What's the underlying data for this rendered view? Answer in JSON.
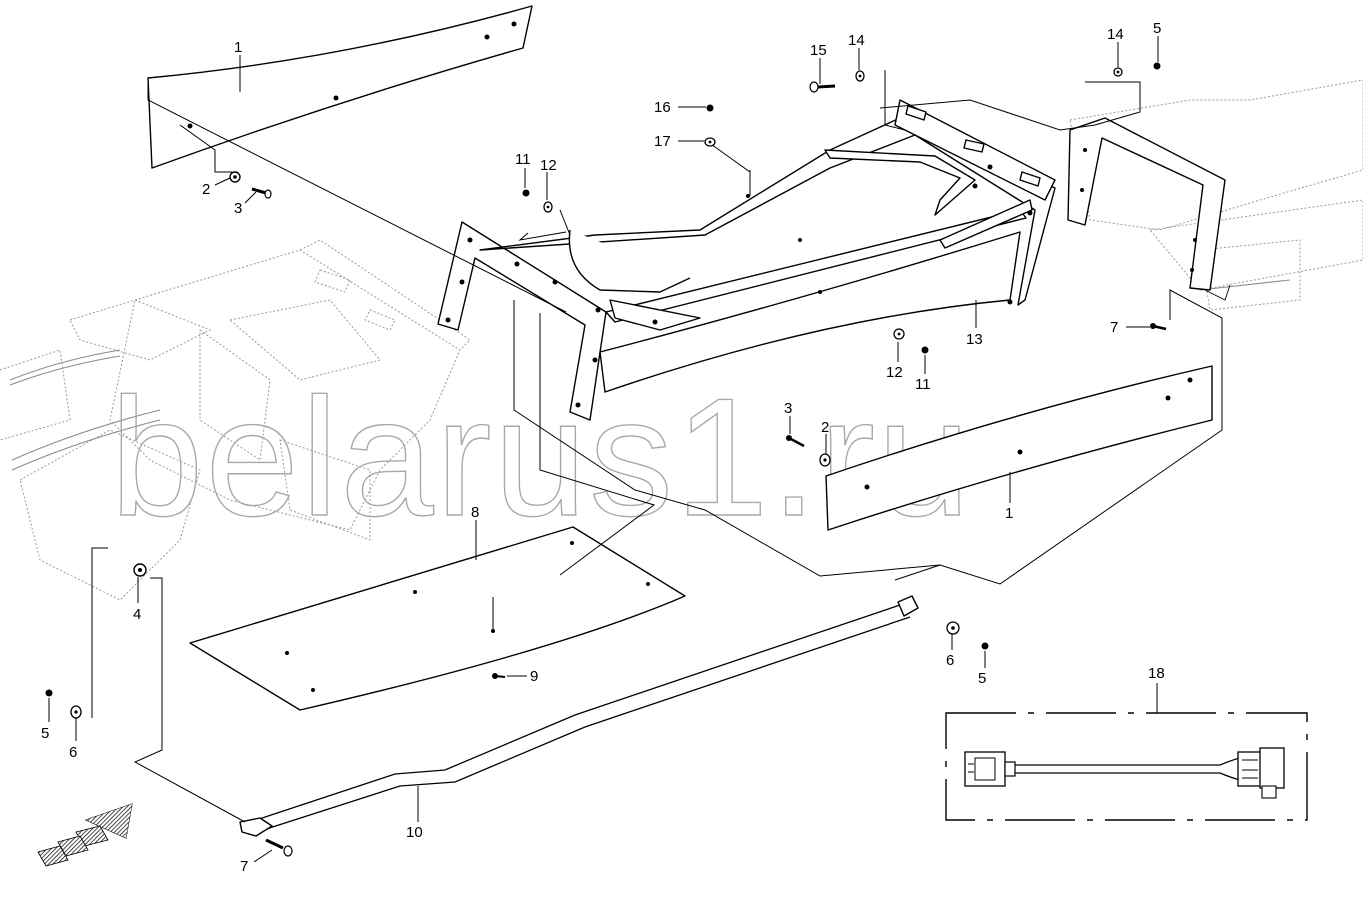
{
  "watermark": "belarus1.ru",
  "callouts": {
    "c1_top": "1",
    "c1_right": "1",
    "c2_left": "2",
    "c2_mid": "2",
    "c3_left": "3",
    "c3_mid": "3",
    "c4": "4",
    "c5_left": "5",
    "c5_top": "5",
    "c5_bottom": "5",
    "c6_left": "6",
    "c6_bottom": "6",
    "c7_left": "7",
    "c7_right": "7",
    "c8": "8",
    "c9": "9",
    "c10": "10",
    "c11_top": "11",
    "c11_mid": "11",
    "c12_top": "12",
    "c12_mid": "12",
    "c13": "13",
    "c14_top": "14",
    "c14_right": "14",
    "c15": "15",
    "c16": "16",
    "c17": "17",
    "c18": "18"
  }
}
